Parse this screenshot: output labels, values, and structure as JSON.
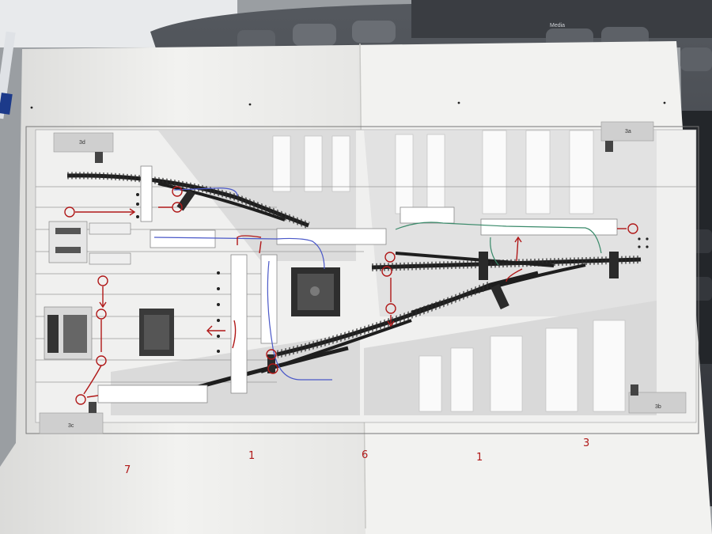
{
  "photo": {
    "subject": "",
    "plan": {
      "corner_labels": {
        "top_left": "3d",
        "top_right": "3a",
        "bottom_left": "3c",
        "bottom_right": "3b"
      },
      "handwritten_marks": [
        "7",
        "1",
        "6",
        "1",
        "3"
      ]
    },
    "keyboard": {
      "key_label": "Media"
    }
  },
  "colors": {
    "paper": "#f4f4f2",
    "track": "#1e1e1e",
    "annotation_red": "#b01818",
    "annotation_blue": "#4a58c8",
    "annotation_green": "#3a8a6a",
    "keyboard": "#3a3d42"
  }
}
